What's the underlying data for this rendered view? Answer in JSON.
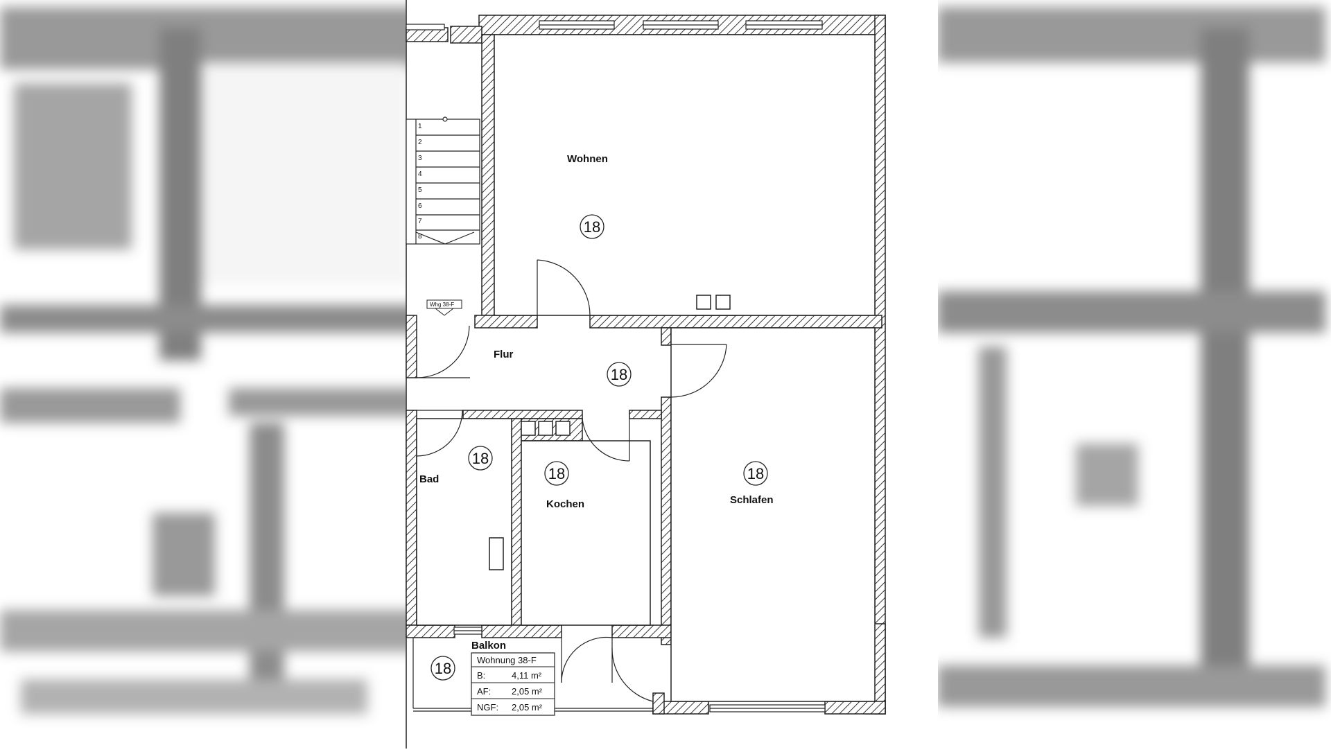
{
  "plan": {
    "rooms": {
      "wohnen": {
        "label": "Wohnen",
        "number": "18"
      },
      "flur": {
        "label": "Flur",
        "number": "18"
      },
      "bad": {
        "label": "Bad",
        "number": "18"
      },
      "kochen": {
        "label": "Kochen",
        "number": "18"
      },
      "schlafen": {
        "label": "Schlafen",
        "number": "18"
      },
      "balkon": {
        "label": "Balkon",
        "number": "18"
      }
    },
    "unit_tag": "Whg 38-F",
    "stair_steps": [
      "1",
      "2",
      "3",
      "4",
      "5",
      "6",
      "7",
      "8"
    ],
    "area_table": {
      "title": "Wohnung 38-F",
      "rows": [
        {
          "key": "B:",
          "value": "4,11 m²"
        },
        {
          "key": "AF:",
          "value": "2,05 m²"
        },
        {
          "key": "NGF:",
          "value": "2,05 m²"
        }
      ]
    }
  },
  "colors": {
    "wall_hatch": "#333333",
    "background": "#ffffff",
    "ink": "#111111"
  }
}
